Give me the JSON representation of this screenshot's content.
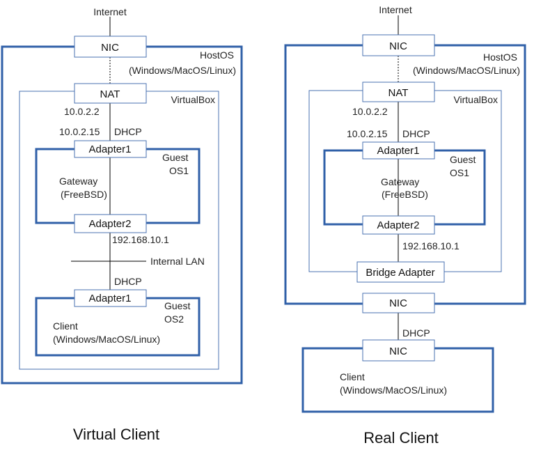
{
  "accent_color": "#3060a8",
  "box_border_color": "#4a72b0",
  "left": {
    "internet": "Internet",
    "nic": "NIC",
    "hostos_title": "HostOS",
    "hostos_sub": "(Windows/MacOS/Linux)",
    "nat": "NAT",
    "virtualbox": "VirtualBox",
    "nat_ip": "10.0.2.2",
    "guest_ip": "10.0.2.15",
    "dhcp1": "DHCP",
    "adapter1": "Adapter1",
    "guest1_line1": "Guest",
    "guest1_line2": "OS1",
    "gateway": "Gateway",
    "gateway_sub": "(FreeBSD)",
    "adapter2": "Adapter2",
    "lan_ip": "192.168.10.1",
    "internal_lan": "Internal LAN",
    "dhcp2": "DHCP",
    "client_adapter": "Adapter1",
    "guest2_line1": "Guest",
    "guest2_line2": "OS2",
    "client": "Client",
    "client_sub": "(Windows/MacOS/Linux)",
    "caption": "Virtual Client"
  },
  "right": {
    "internet": "Internet",
    "nic": "NIC",
    "hostos_title": "HostOS",
    "hostos_sub": "(Windows/MacOS/Linux)",
    "nat": "NAT",
    "virtualbox": "VirtualBox",
    "nat_ip": "10.0.2.2",
    "guest_ip": "10.0.2.15",
    "dhcp1": "DHCP",
    "adapter1": "Adapter1",
    "guest1_line1": "Guest",
    "guest1_line2": "OS1",
    "gateway": "Gateway",
    "gateway_sub": "(FreeBSD)",
    "adapter2": "Adapter2",
    "lan_ip": "192.168.10.1",
    "bridge": "Bridge Adapter",
    "host_nic": "NIC",
    "dhcp2": "DHCP",
    "client_nic": "NIC",
    "client": "Client",
    "client_sub": "(Windows/MacOS/Linux)",
    "caption": "Real Client"
  }
}
